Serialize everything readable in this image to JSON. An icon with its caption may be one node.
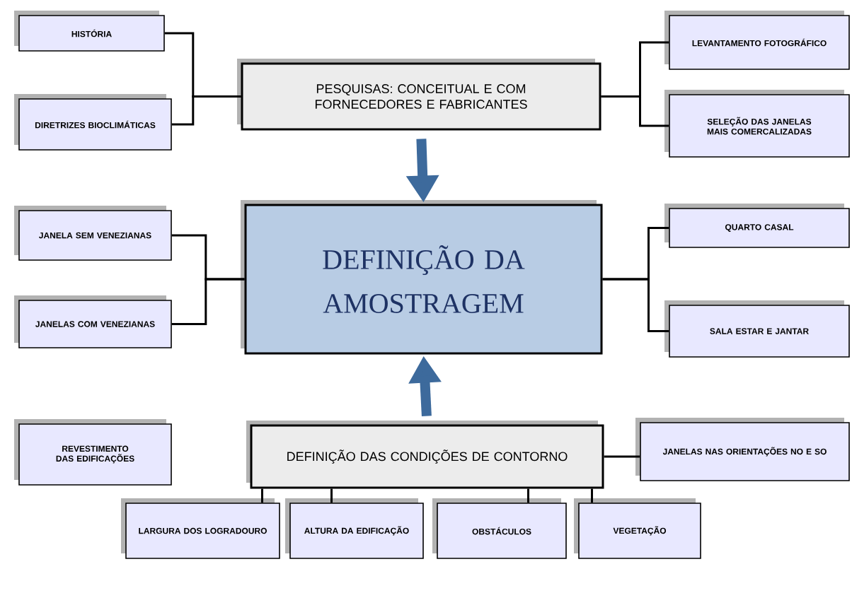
{
  "diagram": {
    "nodes": [
      {
        "text": [
          "HISTÓRIA"
        ]
      },
      {
        "text": [
          "DIRETRIZES BIOCLIMÁTICAS"
        ]
      },
      {
        "text": [
          "PESQUISAS: CONCEITUAL E COM FORNECEDORES E FABRICANTES"
        ]
      },
      {
        "text": [
          "LEVANTAMENTO FOTOGRÁFICO"
        ]
      },
      {
        "text": [
          "SELEÇÃO DAS JANELAS MAIS COMERCALIZADAS"
        ]
      },
      {
        "text": [
          "JANELA SEM VENEZIANAS"
        ]
      },
      {
        "text": [
          "JANELAS COM VENEZIANAS"
        ]
      },
      {
        "text": [
          "DEFINIÇÃO DA AMOSTRAGEM"
        ]
      },
      {
        "text": [
          "QUARTO CASAL"
        ]
      },
      {
        "text": [
          "SALA ESTAR E JANTAR"
        ]
      },
      {
        "text": [
          "REVESTIMENTO DAS EDIFICAÇÕES"
        ]
      },
      {
        "text": [
          "DEFINIÇÃO DAS CONDIÇÕES DE CONTORNO"
        ]
      },
      {
        "text": [
          "JANELAS NAS ORIENTAÇÕES NO E SO"
        ]
      },
      {
        "text": [
          "LARGURA DOS LOGRADOURO"
        ]
      },
      {
        "text": [
          "ALTURA DA EDIFICAÇÃO"
        ]
      },
      {
        "text": [
          "OBSTÁCULOS"
        ]
      },
      {
        "text": [
          "VEGETAÇÃO"
        ]
      }
    ],
    "edges": [
      {
        "from": 0,
        "to": 2,
        "arrow": "none"
      },
      {
        "from": 1,
        "to": 2,
        "arrow": "none"
      },
      {
        "from": 2,
        "to": 3,
        "arrow": "none"
      },
      {
        "from": 2,
        "to": 4,
        "arrow": "none"
      },
      {
        "from": 2,
        "to": 7,
        "arrow": "to",
        "style": "thick",
        "color": "#3d6a9c"
      },
      {
        "from": 5,
        "to": 7,
        "arrow": "none"
      },
      {
        "from": 6,
        "to": 7,
        "arrow": "none"
      },
      {
        "from": 7,
        "to": 8,
        "arrow": "none"
      },
      {
        "from": 7,
        "to": 9,
        "arrow": "none"
      },
      {
        "from": 11,
        "to": 7,
        "arrow": "to",
        "style": "thick",
        "color": "#3d6a9c"
      },
      {
        "from": 11,
        "to": 12,
        "arrow": "none"
      },
      {
        "from": 11,
        "to": 13,
        "arrow": "none"
      },
      {
        "from": 11,
        "to": 14,
        "arrow": "none"
      },
      {
        "from": 11,
        "to": 15,
        "arrow": "none"
      },
      {
        "from": 11,
        "to": 16,
        "arrow": "none"
      }
    ]
  }
}
